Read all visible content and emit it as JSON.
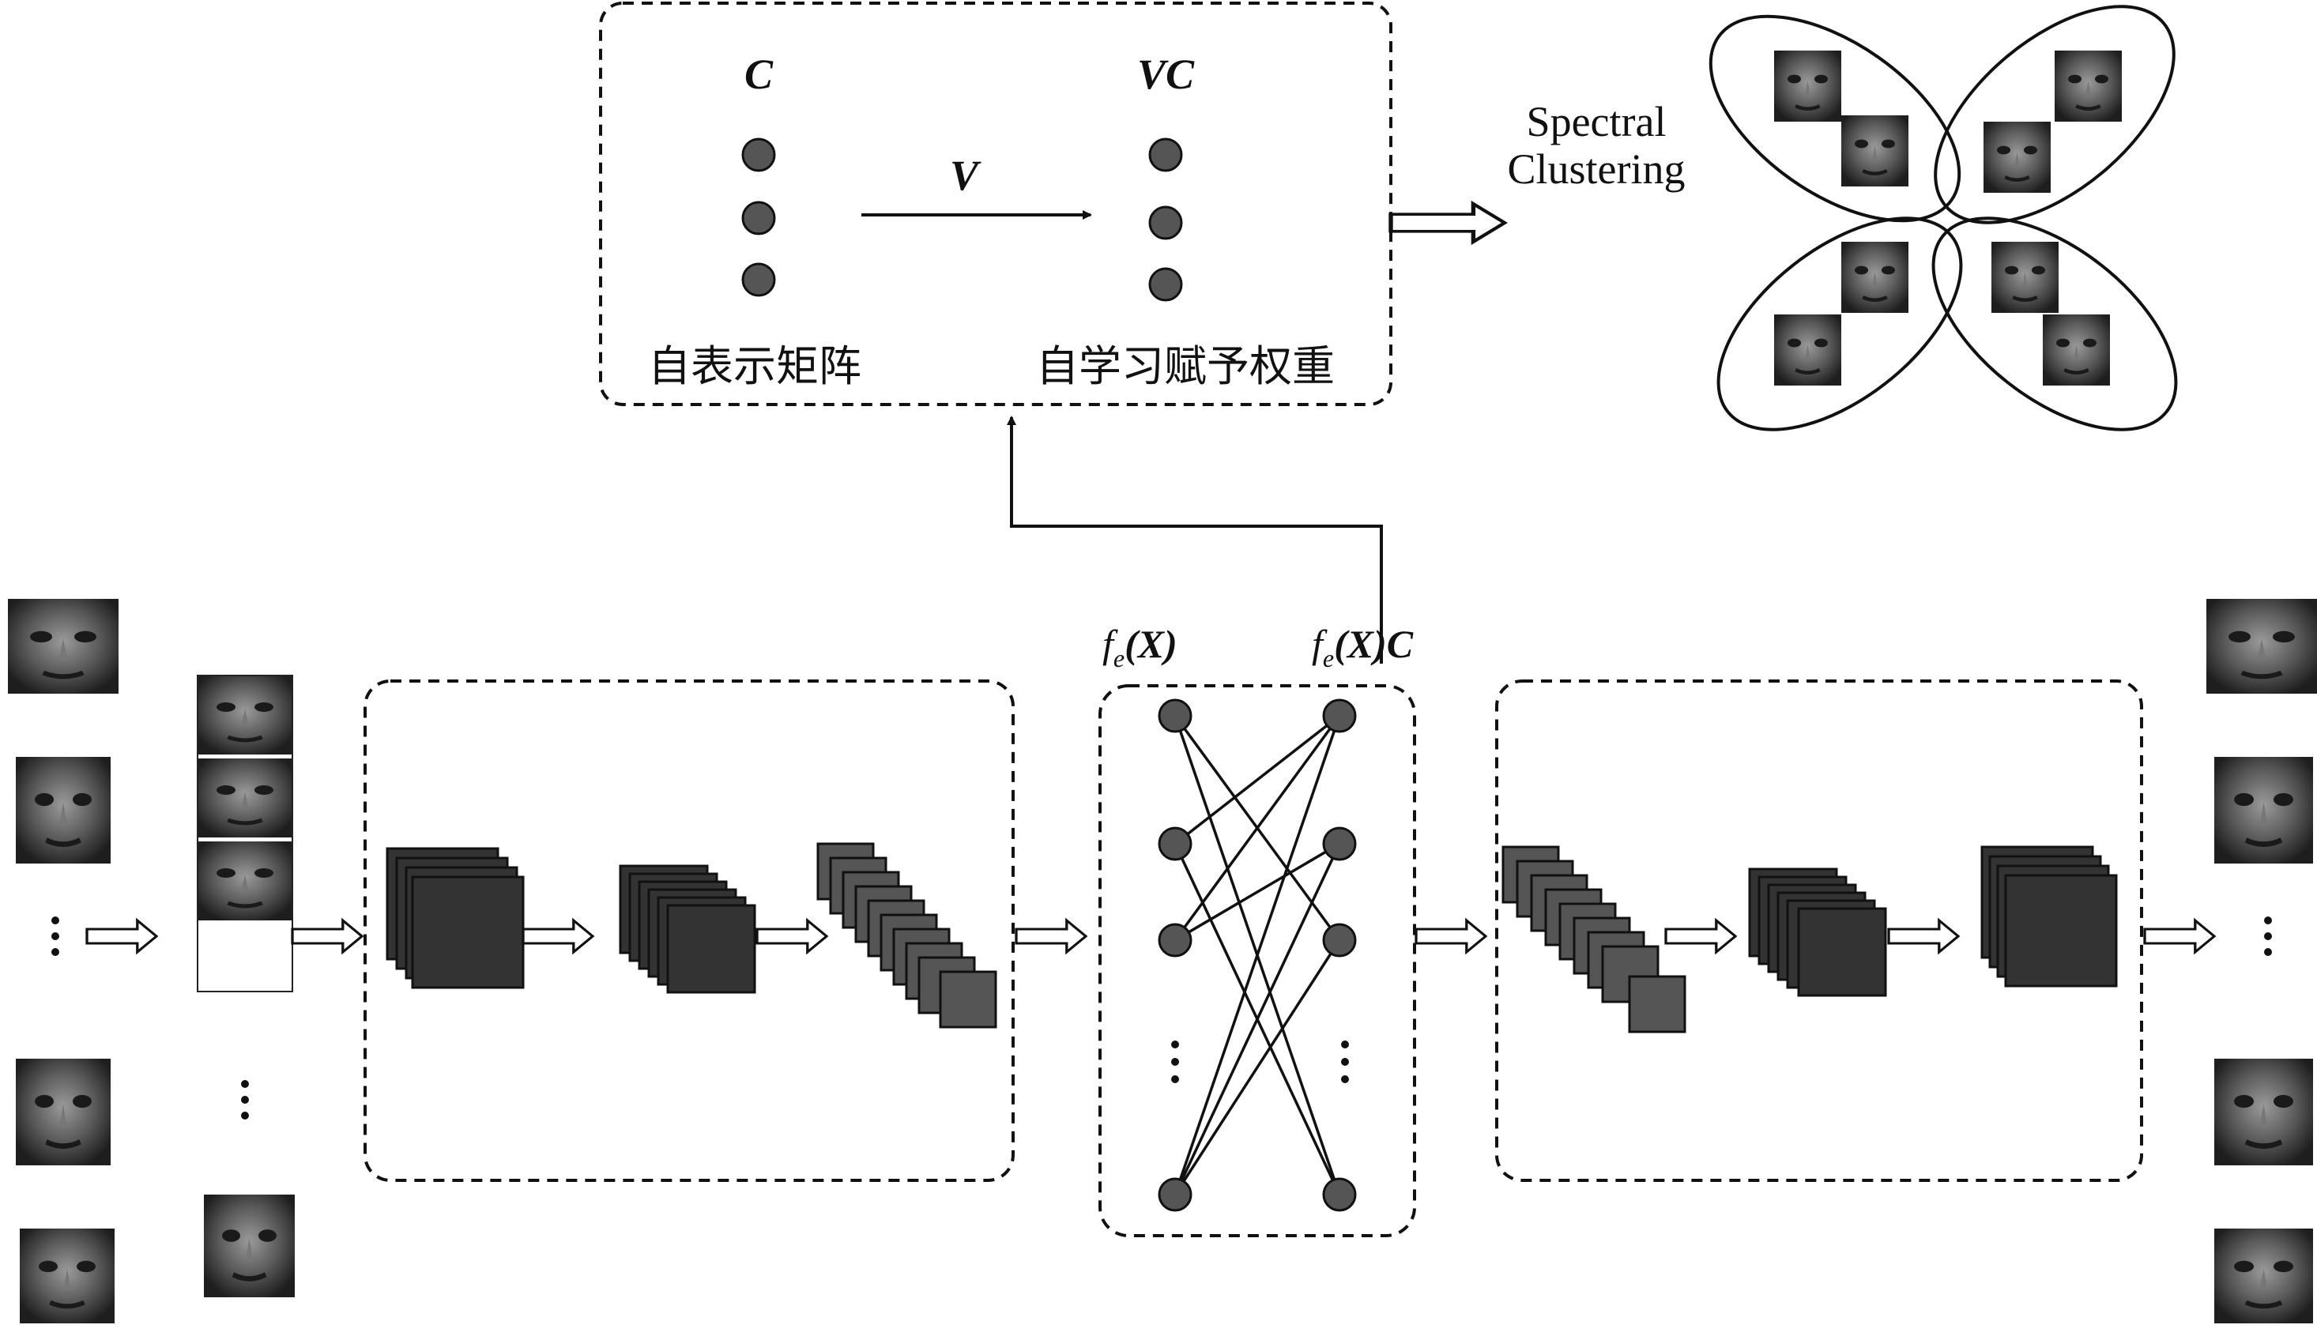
{
  "labels": {
    "c_matrix": "C",
    "vc_matrix": "VC",
    "v_weight": "V",
    "self_repr_matrix": "自表示矩阵",
    "self_learned_weight": "自学习赋予权重",
    "spectral_line1": "Spectral",
    "spectral_line2": "Clustering",
    "fe_x_base": "f",
    "fe_x_sub": "e",
    "fe_x_arg": "(X)",
    "fe_xc_base": "f",
    "fe_xc_sub": "e",
    "fe_xc_arg": "(X)C"
  },
  "colors": {
    "node": "#555555",
    "block": "#333333",
    "block_light": "#555555",
    "line": "#111111"
  }
}
